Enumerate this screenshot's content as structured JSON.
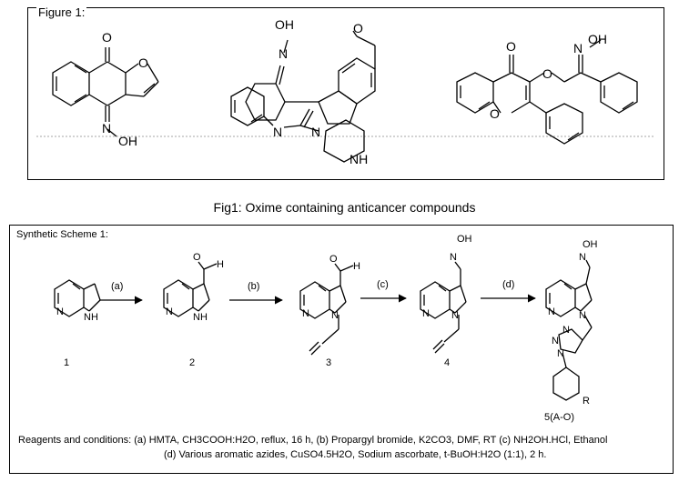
{
  "figure": {
    "label": "Figure 1:",
    "caption": "Fig1: Oxime containing anticancer compounds",
    "compound_a": {
      "o_top": "O",
      "o_ring": "O",
      "n_label": "N",
      "oh_label": "OH"
    },
    "compound_b": {
      "oh": "OH",
      "n_oxime": "N",
      "methoxy_o": "O",
      "n_ring": "N",
      "n_pip": "N",
      "nh": "NH"
    },
    "compound_c": {
      "oh": "OH",
      "n": "N",
      "o_ketone": "O",
      "o_ether": "O",
      "o_ring": "O"
    }
  },
  "scheme": {
    "label": "Synthetic Scheme 1:",
    "steps": [
      "(a)",
      "(b)",
      "(c)",
      "(d)"
    ],
    "compound_numbers": [
      "1",
      "2",
      "3",
      "4",
      "5(A-O)"
    ],
    "atoms": {
      "N": "N",
      "NH": "NH",
      "H": "H",
      "O": "O",
      "OH": "OH",
      "R": "R"
    },
    "conditions_line1": "Reagents and conditions: (a) HMTA, CH3COOH:H2O, reflux, 16 h, (b) Propargyl bromide, K2CO3, DMF, RT (c) NH2OH.HCl, Ethanol",
    "conditions_line2": "(d) Various aromatic azides, CuSO4.5H2O, Sodium ascorbate, t-BuOH:H2O (1:1), 2 h."
  }
}
